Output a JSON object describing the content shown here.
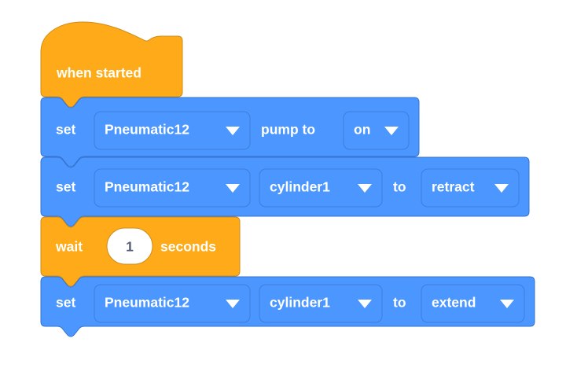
{
  "editor": {
    "name": "block-programming-canvas",
    "background_color": "#ffffff",
    "palette": {
      "events_color": "#ffab19",
      "events_stroke": "#cf8b17",
      "control_color": "#ffab19",
      "control_stroke": "#cf8b17",
      "actuator_color": "#4c97ff",
      "actuator_stroke": "#3373cc",
      "field_stroke": "#3f7ddb",
      "text_color": "#ffffff",
      "number_text_color": "#575e75",
      "number_field_fill": "#ffffff"
    }
  },
  "script": {
    "name": "pneumatic-start-script",
    "blocks": [
      {
        "id": "block-when-started",
        "type": "hat",
        "category": "events",
        "label": "when started",
        "fields": []
      },
      {
        "id": "block-set-pump",
        "type": "stack",
        "category": "actuator",
        "text_parts": [
          "set",
          "pump to"
        ],
        "label_set": "set",
        "label_mid": "pump to",
        "fields": [
          {
            "name": "device-dropdown",
            "kind": "dropdown",
            "value": "Pneumatic12"
          },
          {
            "name": "pump-state-dropdown",
            "kind": "dropdown",
            "value": "on"
          }
        ]
      },
      {
        "id": "block-set-cylinder-retract",
        "type": "stack",
        "category": "actuator",
        "label_set": "set",
        "label_mid": "to",
        "fields": [
          {
            "name": "device-dropdown",
            "kind": "dropdown",
            "value": "Pneumatic12"
          },
          {
            "name": "cylinder-dropdown",
            "kind": "dropdown",
            "value": "cylinder1"
          },
          {
            "name": "cylinder-state-dropdown",
            "kind": "dropdown",
            "value": "retract"
          }
        ]
      },
      {
        "id": "block-wait",
        "type": "stack",
        "category": "control",
        "label_wait": "wait",
        "label_seconds": "seconds",
        "fields": [
          {
            "name": "wait-duration-input",
            "kind": "number",
            "value": "1"
          }
        ]
      },
      {
        "id": "block-set-cylinder-extend",
        "type": "stack",
        "category": "actuator",
        "label_set": "set",
        "label_mid": "to",
        "fields": [
          {
            "name": "device-dropdown",
            "kind": "dropdown",
            "value": "Pneumatic12"
          },
          {
            "name": "cylinder-dropdown",
            "kind": "dropdown",
            "value": "cylinder1"
          },
          {
            "name": "cylinder-state-dropdown",
            "kind": "dropdown",
            "value": "extend"
          }
        ]
      }
    ]
  },
  "labels": {
    "when_started": "when started",
    "set": "set",
    "pump_to": "pump to",
    "to": "to",
    "wait": "wait",
    "seconds": "seconds",
    "device": "Pneumatic12",
    "pump_on": "on",
    "cylinder": "cylinder1",
    "retract": "retract",
    "extend": "extend",
    "wait_value": "1"
  },
  "icons": {
    "dropdown_arrow": "chevron-down-icon"
  }
}
